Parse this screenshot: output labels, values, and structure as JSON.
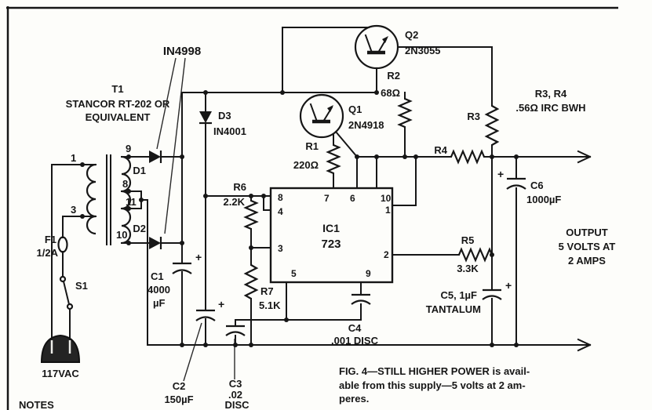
{
  "figure": {
    "caption_line1": "FIG. 4—STILL HIGHER POWER is avail-",
    "caption_line2": "able from this supply—5 volts at 2 am-",
    "caption_line3": "peres.",
    "notes": "NOTES"
  },
  "power_input": {
    "source": "117VAC",
    "fuse_name": "F1",
    "fuse_value": "1/2A",
    "switch_name": "S1"
  },
  "transformer": {
    "name": "T1",
    "desc_line1": "STANCOR RT-202 OR",
    "desc_line2": "EQUIVALENT",
    "pin1": "1",
    "pin3": "3",
    "pin9": "9",
    "pin8": "8",
    "pin11": "11",
    "pin10": "10"
  },
  "rectifier": {
    "diode_type": "IN4998",
    "d1": "D1",
    "d2": "D2",
    "d3_name": "D3",
    "d3_part": "IN4001"
  },
  "capacitors": {
    "c1_name": "C1",
    "c1_value": "4000",
    "c1_unit": "µF",
    "c2_name": "C2",
    "c2_value": "150µF",
    "c3_name": "C3",
    "c3_value": ".02",
    "c3_unit": "DISC",
    "c4_name": "C4",
    "c4_value": ".001 DISC",
    "c5_label": "C5, 1µF",
    "c5_type": "TANTALUM",
    "c6_name": "C6",
    "c6_value": "1000µF",
    "plus": "+"
  },
  "resistors": {
    "r1_name": "R1",
    "r1_value": "220Ω",
    "r2_name": "R2",
    "r2_value": "68Ω",
    "r3_name": "R3",
    "r4_name": "R4",
    "r34_note_line1": "R3, R4",
    "r34_note_line2": ".56Ω IRC BWH",
    "r5_name": "R5",
    "r5_value": "3.3K",
    "r6_name": "R6",
    "r6_value": "2.2K",
    "r7_name": "R7",
    "r7_value": "5.1K"
  },
  "transistors": {
    "q1_name": "Q1",
    "q1_part": "2N4918",
    "q2_name": "Q2",
    "q2_part": "2N3055"
  },
  "ic": {
    "name": "IC1",
    "part": "723",
    "pin8": "8",
    "pin4": "4",
    "pin3": "3",
    "pin5": "5",
    "pin7": "7",
    "pin6": "6",
    "pin10": "10",
    "pin1": "1",
    "pin2": "2",
    "pin9": "9"
  },
  "output": {
    "line1": "OUTPUT",
    "line2": "5 VOLTS AT",
    "line3": "2 AMPS"
  }
}
